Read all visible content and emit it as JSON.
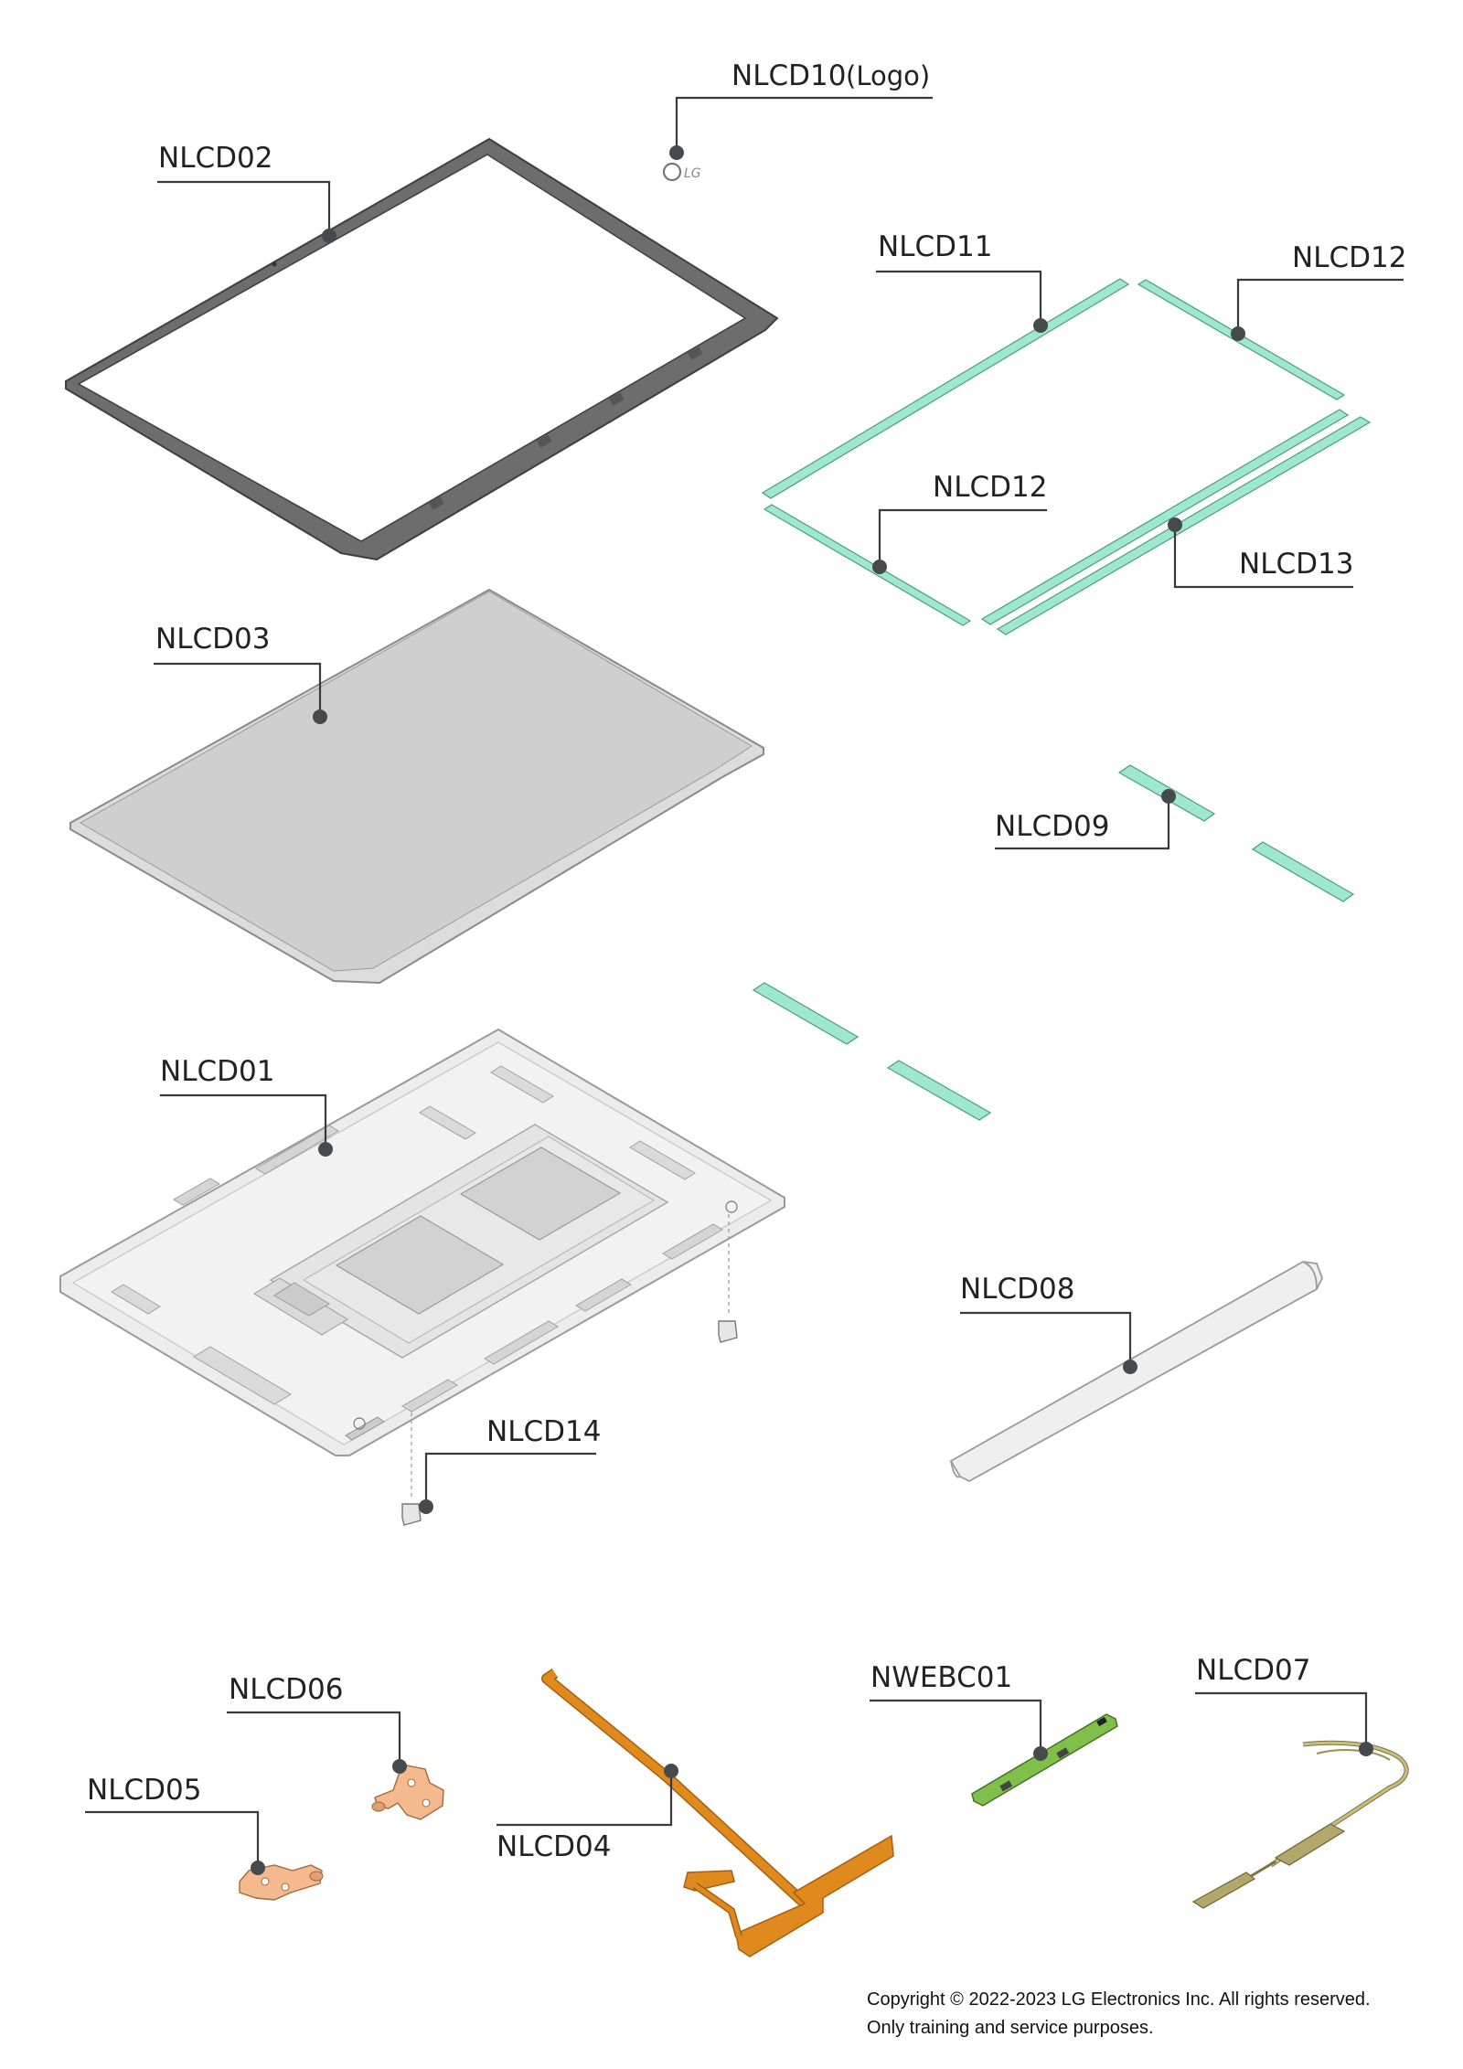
{
  "labels": {
    "logo": "NLCD10",
    "logo_note": "(Logo)",
    "bezel": "NLCD02",
    "tape_top": "NLCD11",
    "tape_side_right": "NLCD12",
    "tape_side_left": "NLCD12",
    "tape_bottom": "NLCD13",
    "panel": "NLCD03",
    "tape_small": "NLCD09",
    "back_cover": "NLCD01",
    "hinge_cover": "NLCD08",
    "clip": "NLCD14",
    "hinge_right": "NLCD06",
    "hinge_left": "NLCD05",
    "edp_cable": "NLCD04",
    "webcam": "NWEBC01",
    "antenna": "NLCD07"
  },
  "logo_glyph": "LG",
  "copyright": {
    "line1": "Copyright © 2022-2023 LG Electronics Inc. All rights reserved.",
    "line2": "Only training and service purposes."
  },
  "colors": {
    "tape": "#9ee8cd",
    "tape_edge": "#4e9b80",
    "bezel": "#6d6d6d",
    "panel": "#cfcfcf",
    "cover": "#ececec",
    "orange": "#e08a1e",
    "webcam_pcb": "#7fbf4a",
    "antenna": "#b3a76b"
  }
}
